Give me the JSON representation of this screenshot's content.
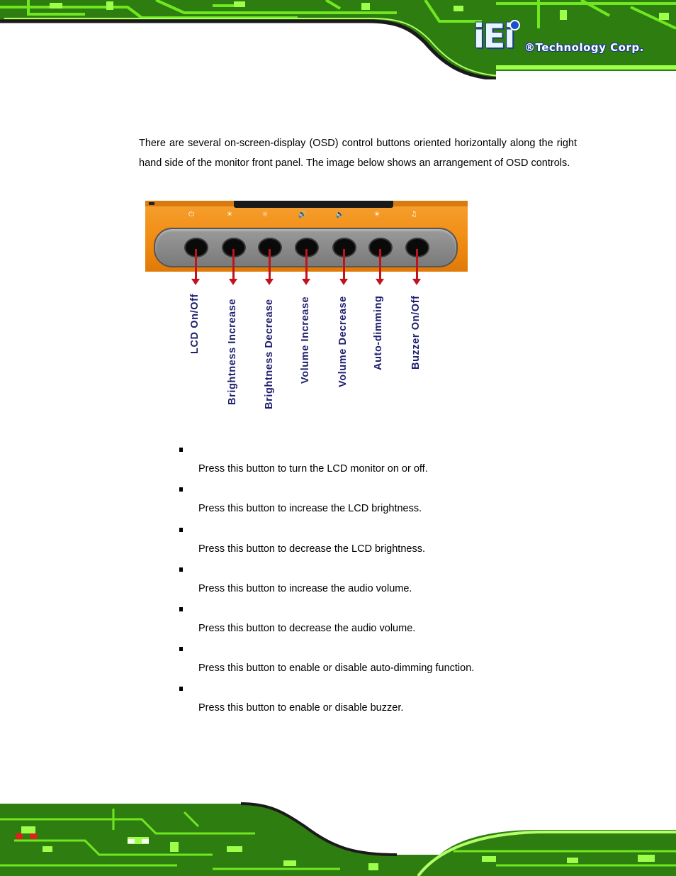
{
  "header": {
    "logo_mark": "iEi",
    "logo_text": "®Technology Corp."
  },
  "intro": "There are several on-screen-display (OSD) control buttons oriented horizontally along the right hand side of the monitor front panel. The image below shows an arrangement of OSD controls.",
  "figure": {
    "panel_icons": [
      "power-icon",
      "brightness-up-icon",
      "brightness-down-icon",
      "volume-up-icon",
      "volume-down-icon",
      "auto-dimming-icon",
      "buzzer-icon"
    ],
    "labels": [
      "LCD On/Off",
      "Brightness Increase",
      "Brightness Decrease",
      "Volume Increase",
      "Volume Decrease",
      "Auto-dimming",
      "Buzzer On/Off"
    ]
  },
  "items": [
    {
      "desc": "Press this button to turn the LCD monitor on or off."
    },
    {
      "desc": "Press this button to increase the LCD brightness."
    },
    {
      "desc": "Press this button to decrease the LCD brightness."
    },
    {
      "desc": "Press this button to increase the audio volume."
    },
    {
      "desc": "Press this button to decrease the audio volume."
    },
    {
      "desc": "Press this button to enable or disable auto-dimming function."
    },
    {
      "desc": "Press this button to enable or disable buzzer."
    }
  ],
  "colors": {
    "circuit_green": "#5ee01a",
    "circuit_dark": "#1f5a0a",
    "panel_orange": "#f08a10",
    "arrow_red": "#c0141c",
    "label_navy": "#1f1f6e"
  }
}
